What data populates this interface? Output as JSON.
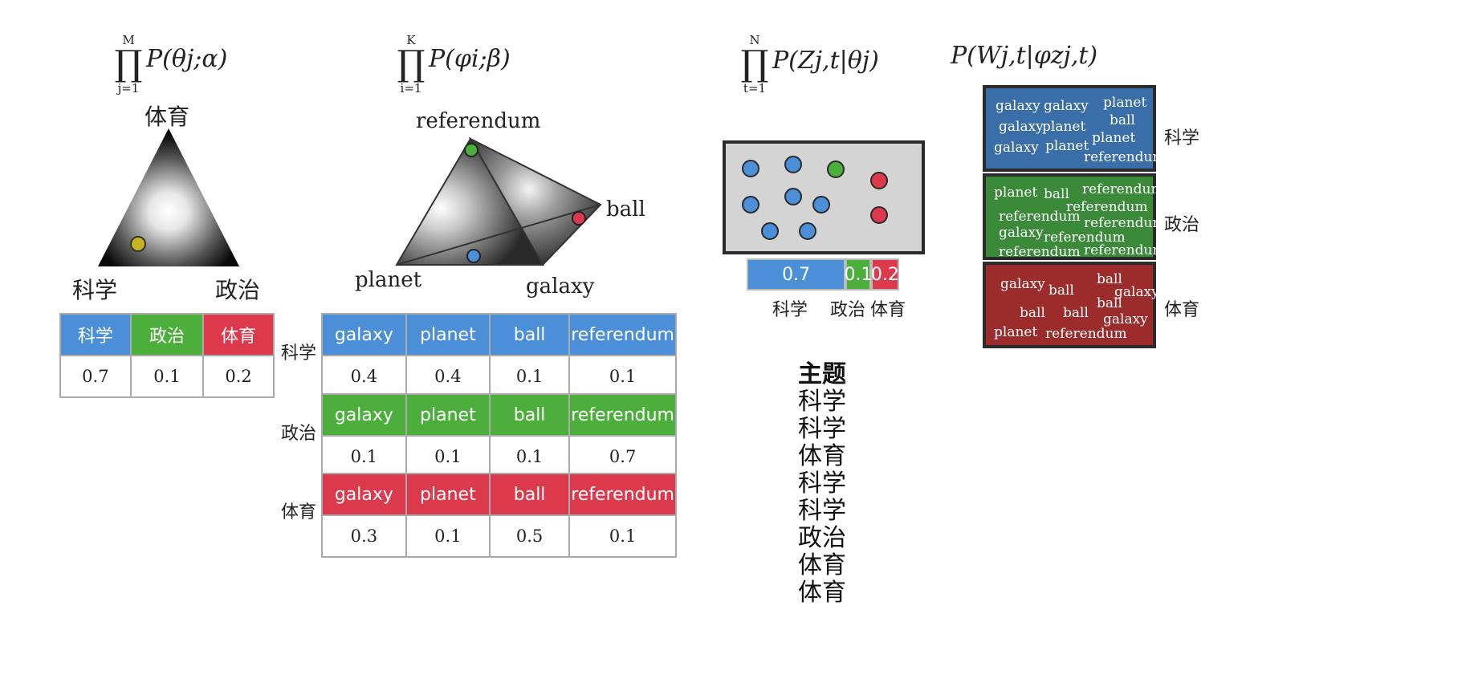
{
  "colors": {
    "science": "#4a8fd8",
    "politics": "#4cae3b",
    "sports": "#dc3a4c"
  },
  "formulas": {
    "f1": {
      "upper": "M",
      "lower": "j=1",
      "expr": "P(θj;α)"
    },
    "f2": {
      "upper": "K",
      "lower": "i=1",
      "expr": "P(φi;β)"
    },
    "f3": {
      "upper": "N",
      "lower": "t=1",
      "expr": "P(Zj,t|θj)"
    },
    "f4": {
      "expr": "P(Wj,t|φzj,t)"
    }
  },
  "simplex1": {
    "top": "体育",
    "left": "科学",
    "right": "政治"
  },
  "simplex2": {
    "top": "referendum",
    "right": "ball",
    "left": "planet",
    "bottom": "galaxy"
  },
  "theta_table": {
    "headers": [
      "科学",
      "政治",
      "体育"
    ],
    "values": [
      "0.7",
      "0.1",
      "0.2"
    ]
  },
  "phi_tables": [
    {
      "topic": "科学",
      "headers": [
        "galaxy",
        "planet",
        "ball",
        "referendum"
      ],
      "values": [
        "0.4",
        "0.4",
        "0.1",
        "0.1"
      ]
    },
    {
      "topic": "政治",
      "headers": [
        "galaxy",
        "planet",
        "ball",
        "referendum"
      ],
      "values": [
        "0.1",
        "0.1",
        "0.1",
        "0.7"
      ]
    },
    {
      "topic": "体育",
      "headers": [
        "galaxy",
        "planet",
        "ball",
        "referendum"
      ],
      "values": [
        "0.3",
        "0.1",
        "0.5",
        "0.1"
      ]
    }
  ],
  "z_bar": {
    "values": [
      0.7,
      0.1,
      0.2
    ],
    "labels": [
      "0.7",
      "0.1",
      "0.2"
    ],
    "topics": [
      "科学",
      "政治",
      "体育"
    ]
  },
  "topic_list": {
    "title": "主题",
    "items": [
      "科学",
      "科学",
      "体育",
      "科学",
      "科学",
      "政治",
      "体育",
      "体育"
    ]
  },
  "word_boxes": [
    {
      "topic": "科学",
      "words": [
        "galaxy",
        "galaxy",
        "planet",
        "galaxy",
        "planet",
        "ball",
        "galaxy",
        "planet",
        "planet",
        "referendum"
      ]
    },
    {
      "topic": "政治",
      "words": [
        "planet",
        "ball",
        "referendum",
        "referendum",
        "referendum",
        "referendum",
        "galaxy",
        "referendum",
        "referendum",
        "referendum"
      ]
    },
    {
      "topic": "体育",
      "words": [
        "galaxy",
        "ball",
        "ball",
        "galaxy",
        "ball",
        "ball",
        "ball",
        "galaxy",
        "planet",
        "referendum"
      ]
    }
  ]
}
